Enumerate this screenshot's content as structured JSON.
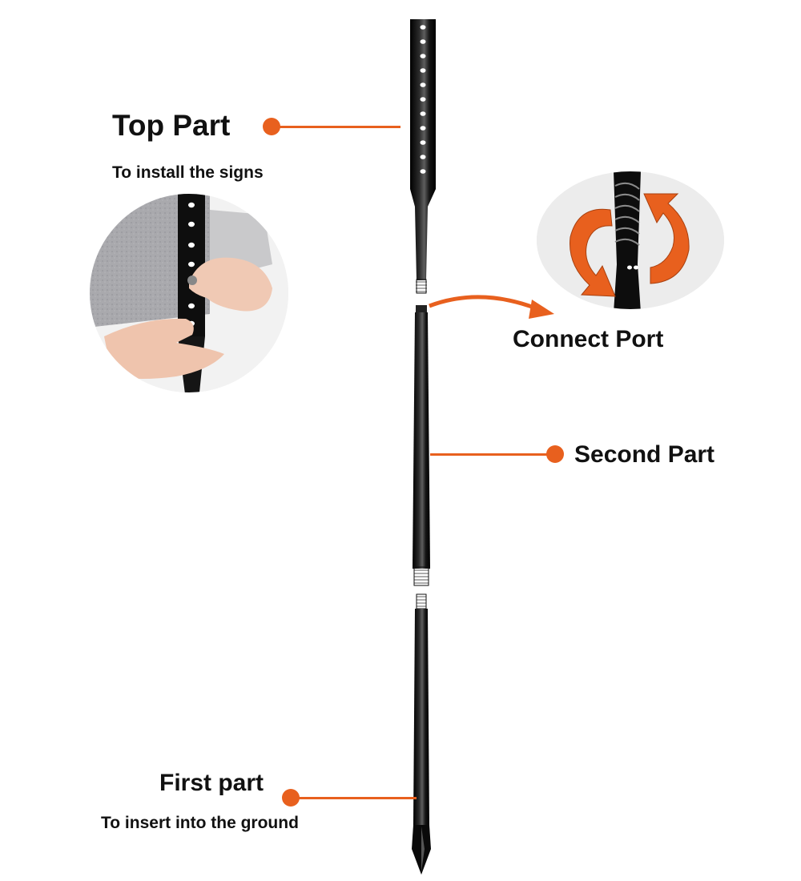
{
  "colors": {
    "accent": "#E8601E",
    "pole": "#0b0b0b",
    "pole_highlight": "#6a6a6a",
    "circle_bg": "#ececec"
  },
  "top_part": {
    "title": "Top Part",
    "subtitle": "To install the signs"
  },
  "connect_port": {
    "title": "Connect Port",
    "icon": "rotate-arrows-icon"
  },
  "second_part": {
    "title": "Second Part"
  },
  "first_part": {
    "title": "First part",
    "subtitle": "To insert into the ground"
  },
  "images": {
    "install_photo": "hands-attaching-sign-to-pole",
    "thread_closeup": "threaded-connector-closeup"
  }
}
